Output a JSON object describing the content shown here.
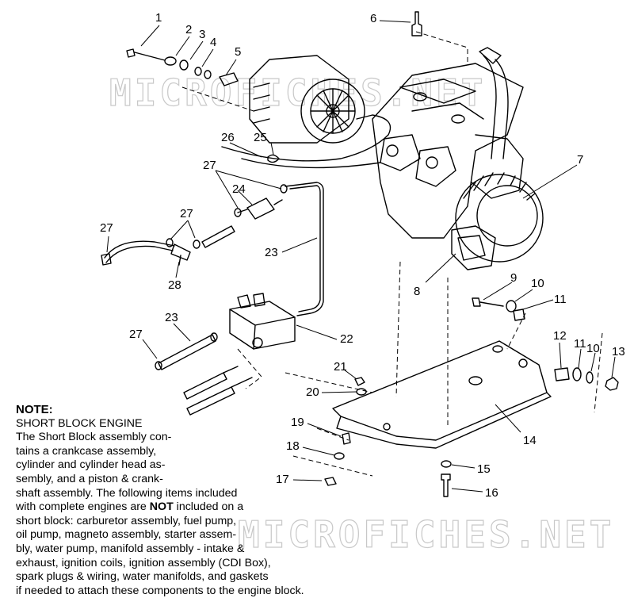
{
  "watermarks": [
    "MICROFICHES.NET",
    "MICROFICHES.NET"
  ],
  "callouts": [
    "1",
    "2",
    "3",
    "4",
    "5",
    "6",
    "7",
    "8",
    "9",
    "10",
    "11",
    "12",
    "11",
    "10",
    "13",
    "14",
    "15",
    "16",
    "17",
    "18",
    "19",
    "20",
    "21",
    "22",
    "23",
    "23",
    "24",
    "25",
    "26",
    "27",
    "27",
    "27",
    "27",
    "28"
  ],
  "note": {
    "heading": "NOTE:",
    "subheading": "SHORT BLOCK ENGINE",
    "lines": [
      "The Short Block assembly con-",
      "tains a crankcase assembly,",
      "cylinder and cylinder head as-",
      "sembly, and a piston & crank-",
      "shaft assembly.  The following items included"
    ],
    "line6_pre": "with complete engines are ",
    "line6_bold": "NOT",
    "line6_post": " included on a",
    "lines_after": [
      "short block:  carburetor assembly, fuel pump,",
      "oil pump, magneto assembly, starter assem-",
      "bly, water pump, manifold assembly - intake &",
      "exhaust, ignition coils, ignition assembly (CDI Box),",
      "spark plugs & wiring, water manifolds, and gaskets",
      "if needed to attach these components to the engine block."
    ]
  }
}
